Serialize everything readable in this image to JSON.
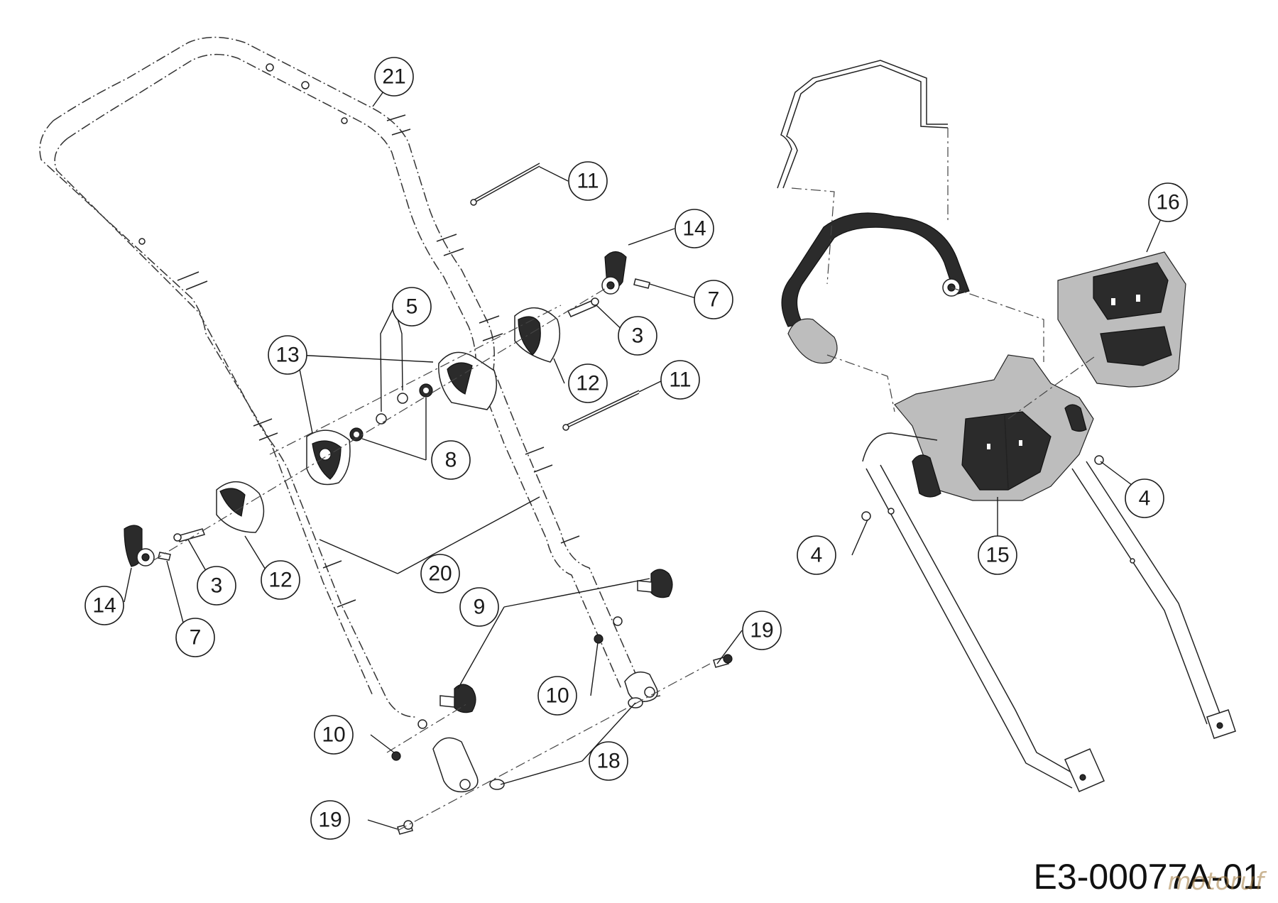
{
  "drawing_code": "E3-00077A-01",
  "watermark": "motoruf",
  "callouts": [
    {
      "id": "c21",
      "label": "21",
      "name": "part-label-21"
    },
    {
      "id": "c11a",
      "label": "11",
      "name": "part-label-11-upper"
    },
    {
      "id": "c14a",
      "label": "14",
      "name": "part-label-14-right"
    },
    {
      "id": "c7a",
      "label": "7",
      "name": "part-label-7-right"
    },
    {
      "id": "c5",
      "label": "5",
      "name": "part-label-5"
    },
    {
      "id": "c3a",
      "label": "3",
      "name": "part-label-3-right"
    },
    {
      "id": "c13",
      "label": "13",
      "name": "part-label-13"
    },
    {
      "id": "c12a",
      "label": "12",
      "name": "part-label-12-right"
    },
    {
      "id": "c11b",
      "label": "11",
      "name": "part-label-11-lower"
    },
    {
      "id": "c8",
      "label": "8",
      "name": "part-label-8"
    },
    {
      "id": "c20",
      "label": "20",
      "name": "part-label-20"
    },
    {
      "id": "c3b",
      "label": "3",
      "name": "part-label-3-left"
    },
    {
      "id": "c12b",
      "label": "12",
      "name": "part-label-12-left"
    },
    {
      "id": "c14b",
      "label": "14",
      "name": "part-label-14-left"
    },
    {
      "id": "c7b",
      "label": "7",
      "name": "part-label-7-left"
    },
    {
      "id": "c9",
      "label": "9",
      "name": "part-label-9"
    },
    {
      "id": "c10a",
      "label": "10",
      "name": "part-label-10-middle"
    },
    {
      "id": "c19a",
      "label": "19",
      "name": "part-label-19-right"
    },
    {
      "id": "c10b",
      "label": "10",
      "name": "part-label-10-left"
    },
    {
      "id": "c18",
      "label": "18",
      "name": "part-label-18"
    },
    {
      "id": "c19b",
      "label": "19",
      "name": "part-label-19-left"
    },
    {
      "id": "c16",
      "label": "16",
      "name": "part-label-16"
    },
    {
      "id": "c4a",
      "label": "4",
      "name": "part-label-4-right"
    },
    {
      "id": "c4b",
      "label": "4",
      "name": "part-label-4-left"
    },
    {
      "id": "c15",
      "label": "15",
      "name": "part-label-15"
    }
  ]
}
